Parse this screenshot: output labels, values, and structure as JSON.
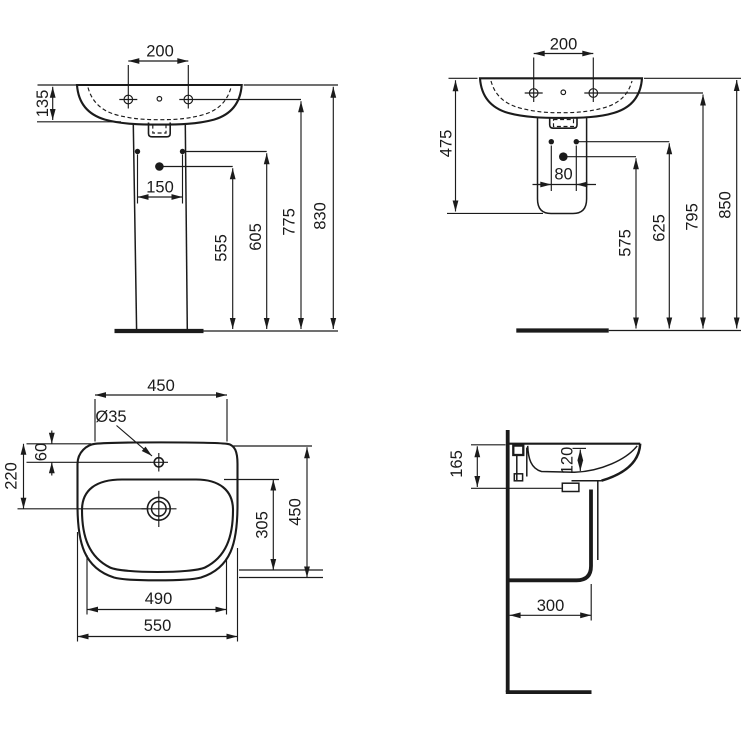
{
  "drawing": {
    "product": "pedestal-washbasin-technical-drawing",
    "background": "#ffffff",
    "line_color": "#1b1b1b",
    "views": {
      "front_full_pedestal": {
        "label": "front view with full pedestal",
        "dims": {
          "tap_hole_spacing": "200",
          "rim_to_basin_bottom": "135",
          "fixing_hole_spacing": "150",
          "trap_outlet_height": "555",
          "fixing_holes_height": "605",
          "tap_holes_height": "775",
          "overall_height": "830"
        }
      },
      "front_semi_pedestal": {
        "label": "front view with semi-pedestal",
        "dims": {
          "tap_hole_spacing": "200",
          "rim_to_pedestal_bottom": "475",
          "fixing_hole_spacing": "80",
          "trap_outlet_height": "575",
          "fixing_holes_height": "625",
          "tap_holes_height": "795",
          "overall_height": "850"
        }
      },
      "plan": {
        "label": "plan view",
        "dims": {
          "rear_width": "450",
          "tap_hole_diameter": "Ø35",
          "rim_to_tap_hole": "60",
          "rim_to_drain": "220",
          "bowl_length": "305",
          "overall_depth": "450",
          "front_width": "490",
          "overall_width": "550"
        }
      },
      "side": {
        "label": "side section view",
        "dims": {
          "rim_to_underside": "165",
          "bowl_depth": "120",
          "wall_to_shroud": "300"
        }
      }
    }
  }
}
